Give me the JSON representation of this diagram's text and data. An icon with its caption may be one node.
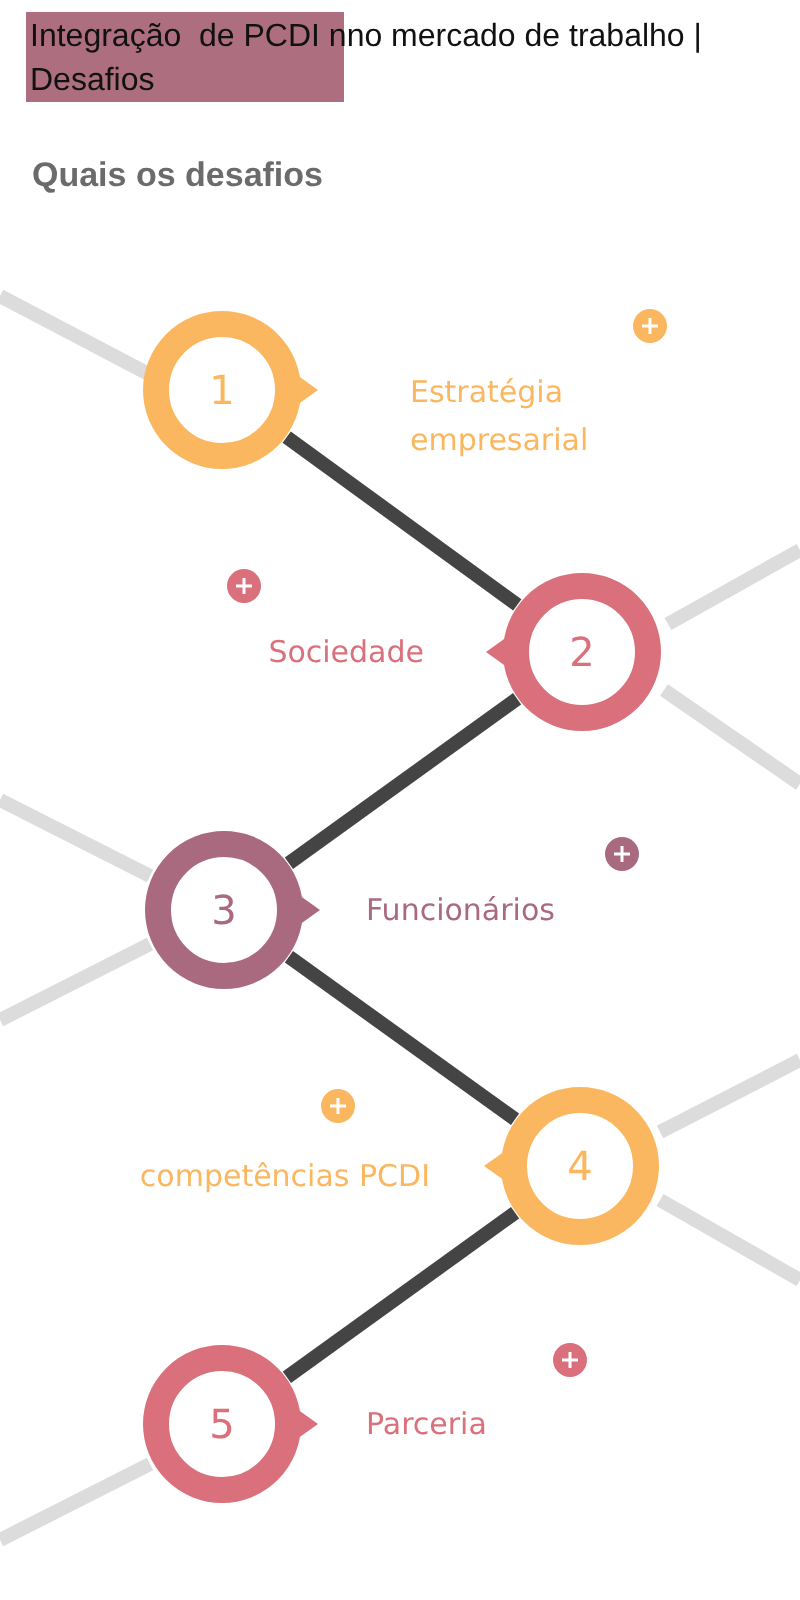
{
  "diagram": {
    "title": "Integração  de PCDI nno mercado de trabalho | Desafios",
    "nodes": [
      {
        "text": [
          "1"
        ],
        "beside": [
          "Estratégia empresarial"
        ]
      },
      {
        "text": [
          "2"
        ],
        "beside": [
          "Sociedade"
        ]
      },
      {
        "text": [
          "3"
        ],
        "beside": [
          "Funcionários"
        ]
      },
      {
        "text": [
          "4"
        ],
        "beside": [
          "competências PCDI"
        ]
      },
      {
        "text": [
          "5"
        ],
        "beside": [
          "Parceria"
        ]
      }
    ],
    "edges": [
      {
        "from": 0,
        "to": 1,
        "arrow": "none"
      },
      {
        "from": 1,
        "to": 2,
        "arrow": "none"
      },
      {
        "from": 2,
        "to": 3,
        "arrow": "none"
      },
      {
        "from": 3,
        "to": 4,
        "arrow": "none"
      }
    ],
    "labels": [
      "Quais os desafios"
    ]
  }
}
